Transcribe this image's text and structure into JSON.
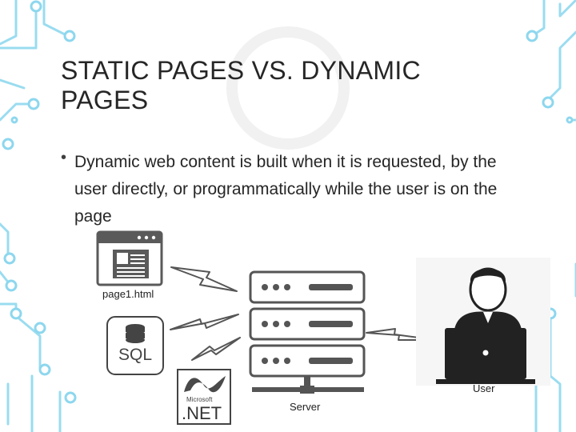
{
  "slide": {
    "title": "STATIC PAGES VS. DYNAMIC PAGES",
    "bullet": "Dynamic web content is built when it is requested, by the user directly, or programmatically while the user is on the page"
  },
  "diagram": {
    "page_label": "page1.html",
    "sql_label": "SQL",
    "net_brand": "Microsoft",
    "net_label": ".NET",
    "server_label": "Server",
    "user_label": "User"
  },
  "colors": {
    "circuit": "#7dd3ec",
    "text": "#262626",
    "icon": "#595959"
  }
}
